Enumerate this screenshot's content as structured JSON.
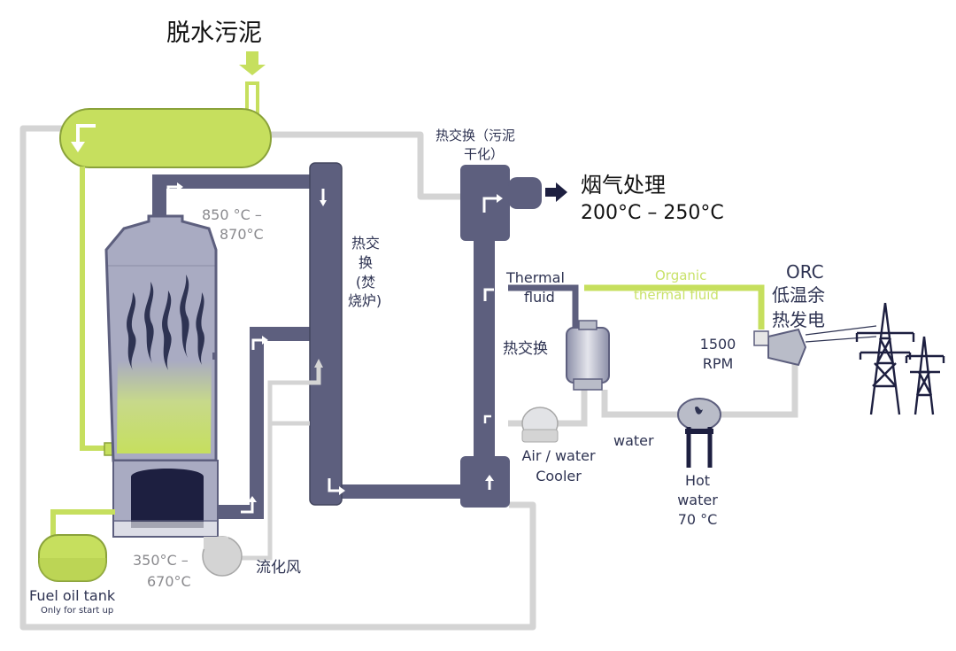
{
  "labels": {
    "sludge_in": "脱水污泥",
    "hx_sludge_drying_1": "热交换（污泥",
    "hx_sludge_drying_2": "干化）",
    "flue_gas": "烟气处理",
    "flue_gas_temp": "200°C – 250°C",
    "temp_top_1": "850 °C –",
    "temp_top_2": "870°C",
    "hx_incinerator_1": "热交",
    "hx_incinerator_2": "换",
    "hx_incinerator_3": "(焚",
    "hx_incinerator_4": "烧炉)",
    "thermal_fluid_1": "Thermal",
    "thermal_fluid_2": "fluid",
    "organic_fluid_1": "Organic",
    "organic_fluid_2": "thermal fluid",
    "orc_1": "ORC",
    "orc_2": "低温余",
    "orc_3": "热发电",
    "rpm_1": "1500",
    "rpm_2": "RPM",
    "hx_orc": "热交换",
    "water": "water",
    "cooler_1": "Air / water",
    "cooler_2": "Cooler",
    "hot_water_1": "Hot",
    "hot_water_2": "water",
    "hot_water_3": "70 °C",
    "temp_bottom_1": "350°C –",
    "temp_bottom_2": "670°C",
    "fluidizing_air": "流化风",
    "fuel_tank": "Fuel oil tank",
    "fuel_tank_note": "Only for start up"
  },
  "colors": {
    "pipe_dark": "#5d5f7e",
    "pipe_light": "#d4d4d4",
    "lime": "#c6df5e",
    "navy": "#1d1f40",
    "steel": "#b9bcc8"
  }
}
